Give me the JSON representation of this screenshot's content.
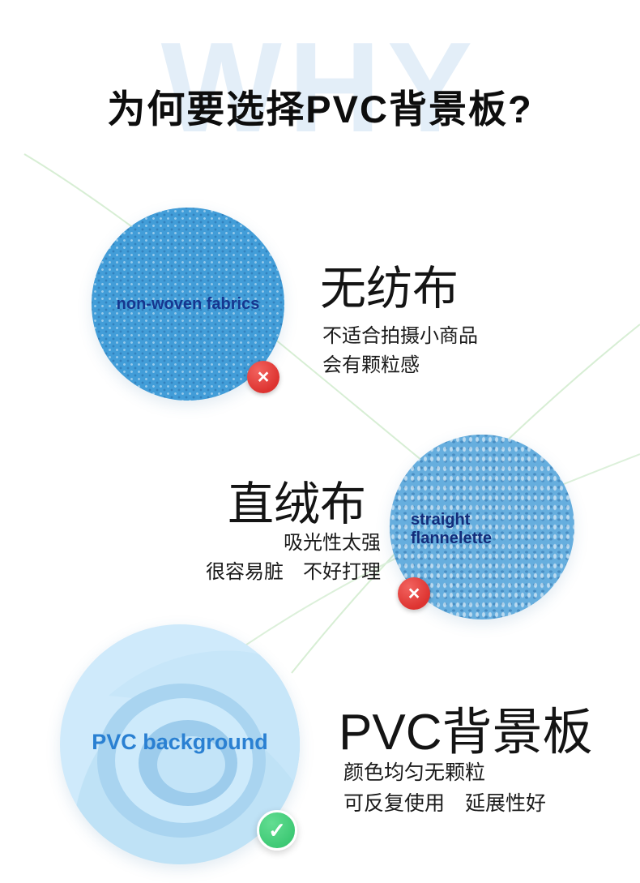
{
  "page": {
    "watermark": "WHY",
    "title": "为何要选择PVC背景板?"
  },
  "badges": {
    "reject": "×",
    "accept": "✓"
  },
  "sections": [
    {
      "heading": "无纺布",
      "desc1": "不适合拍摄小商品",
      "desc2": "会有颗粒感",
      "swatch_label": "non-woven fabrics",
      "verdict": "reject"
    },
    {
      "heading": "直绒布",
      "desc1": "吸光性太强",
      "desc2": "很容易脏　不好打理",
      "swatch_label_line1": "straight",
      "swatch_label_line2": "flannelette",
      "verdict": "reject"
    },
    {
      "heading": "PVC背景板",
      "desc1": "颜色均匀无颗粒",
      "desc2": "可反复使用　延展性好",
      "swatch_label": "PVC background",
      "verdict": "accept"
    }
  ],
  "colors": {
    "fabric_blue": "#429dd8",
    "flannel_blue": "#66aede",
    "pvc_light_blue": "#cfeafb",
    "swatch_label_navy": "#16368f",
    "pvc_label_blue": "#2a80d2",
    "reject_red": "#dd3330",
    "accept_green": "#3cc873",
    "watermark_blue": "#e3eef8",
    "line_green": "#d7eed4"
  }
}
